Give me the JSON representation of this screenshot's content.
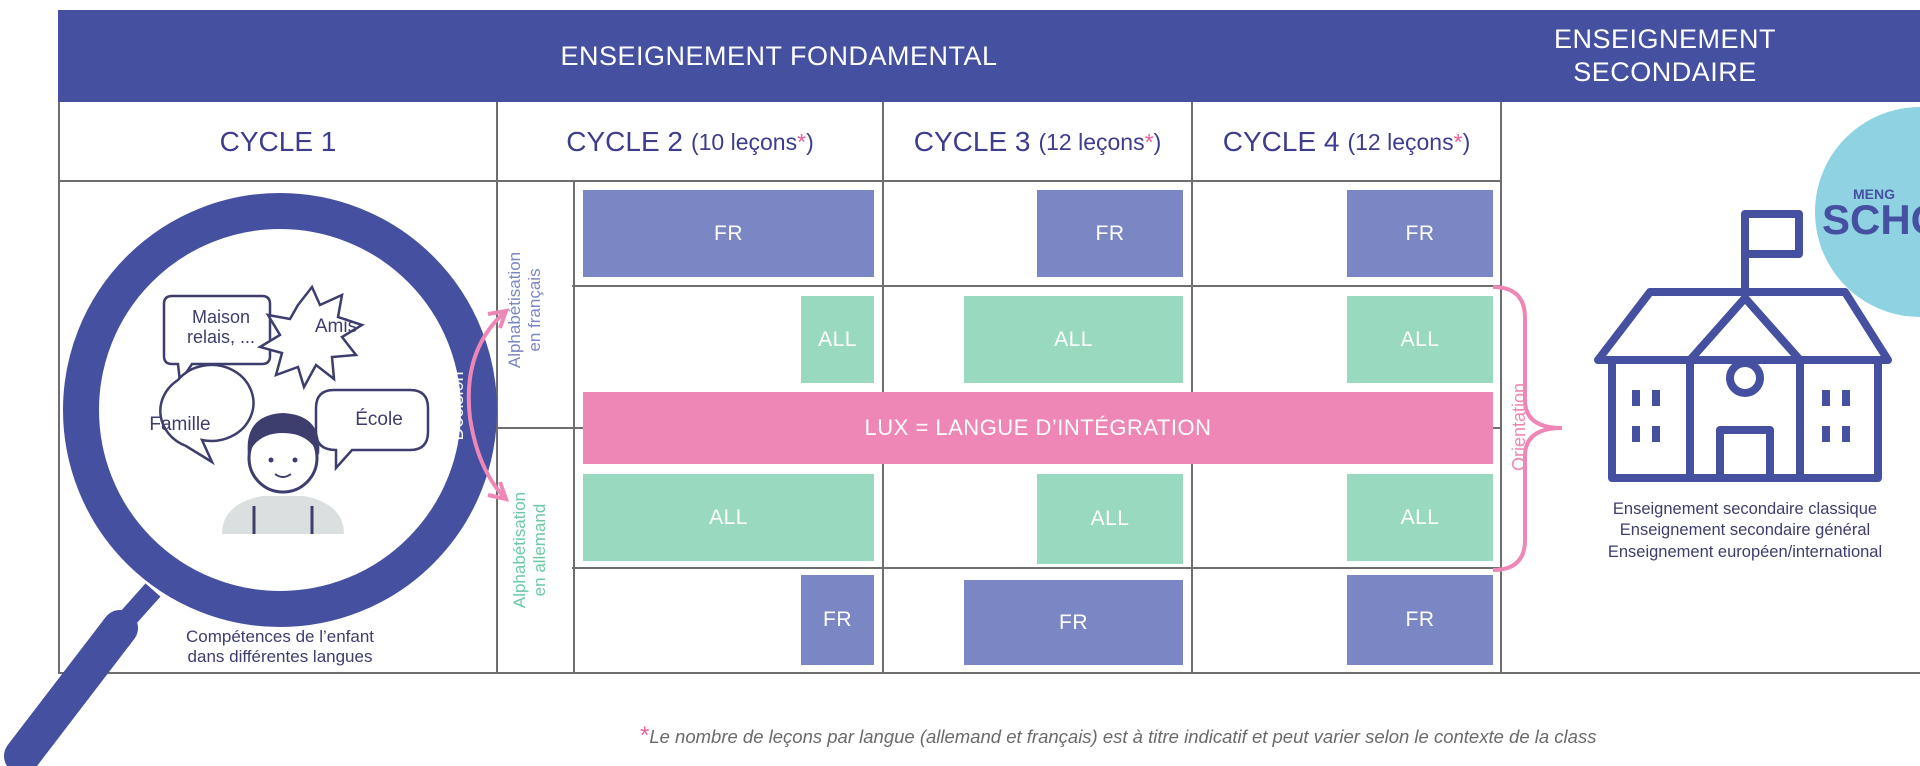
{
  "header": {
    "fondamental": "ENSEIGNEMENT FONDAMENTAL",
    "secondaire_line1": "ENSEIGNEMENT",
    "secondaire_line2": "SECONDAIRE"
  },
  "cycles": [
    {
      "name": "CYCLE 1",
      "lessons": ""
    },
    {
      "name": "CYCLE 2",
      "lessons": "(10 leçons",
      "star": "*",
      "close": ")"
    },
    {
      "name": "CYCLE 3",
      "lessons": "(12 leçons",
      "star": "*",
      "close": ")"
    },
    {
      "name": "CYCLE 4",
      "lessons": "(12 leçons",
      "star": "*",
      "close": ")"
    }
  ],
  "blocks": {
    "fr": "FR",
    "all": "ALL",
    "lux": "LUX = LANGUE D’INTÉGRATION"
  },
  "labels": {
    "alpha_fr_line1": "Alphabétisation",
    "alpha_fr_line2": "en français",
    "alpha_all_line1": "Alphabétisation",
    "alpha_all_line2": "en allemand",
    "decision": "Décision",
    "orientation": "Orientation"
  },
  "cycle1": {
    "bubbles": {
      "maison": "Maison\nrelais, ...",
      "amis": "Amis",
      "famille": "Famille",
      "ecole": "École"
    },
    "caption_line1": "Compétences de l’enfant",
    "caption_line2": "dans différentes langues"
  },
  "secondaire": {
    "items": [
      "Enseignement secondaire classique",
      "Enseignement secondaire général",
      "Enseignement européen/international"
    ],
    "badge_small": "MENG",
    "badge_big": "SCHO"
  },
  "footnote": {
    "star": "*",
    "text": "Le nombre de leçons par langue (allemand et français) est à titre indicatif et peut varier selon le contexte de la class"
  },
  "colors": {
    "header": "#4650a0",
    "fr": "#7b86c4",
    "all": "#98d9c0",
    "lux": "#ef87b6",
    "accent_pink": "#ef5d9c",
    "school_icon": "#4650a0",
    "badge": "#8fd3e3"
  }
}
